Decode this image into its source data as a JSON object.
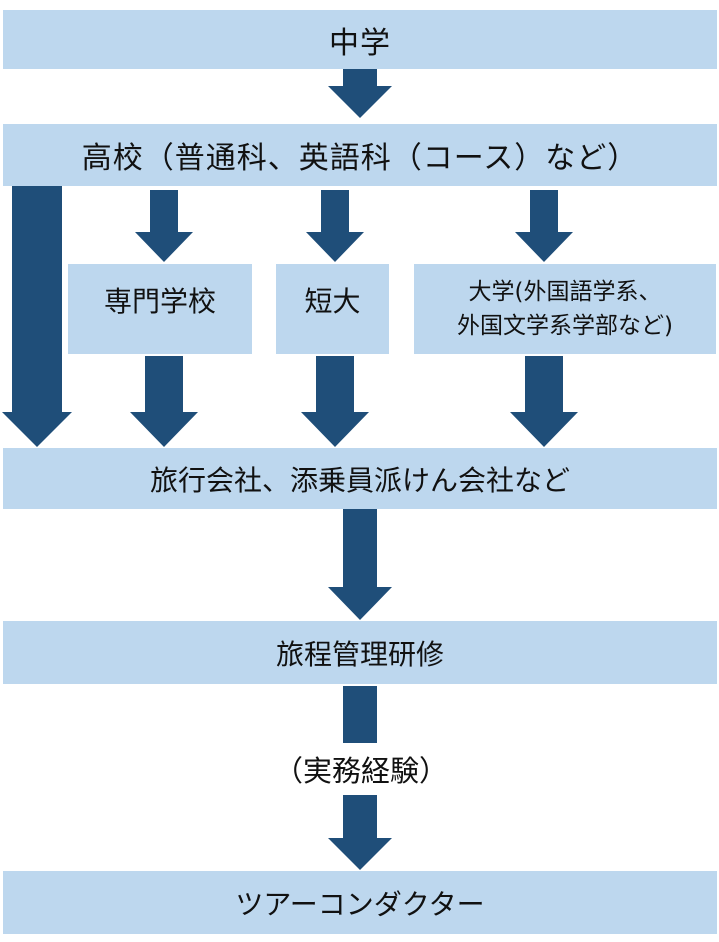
{
  "nodes": {
    "junior_high": "中学",
    "high_school": "高校（普通科、英語科（コース）など）",
    "vocational_school": "専門学校",
    "junior_college": "短大",
    "university_line1": "大学(外国語学系、",
    "university_line2": "外国文学系学部など)",
    "travel_company": "旅行会社、添乗員派けん会社など",
    "tour_training": "旅程管理研修",
    "experience": "（実務経験）",
    "tour_conductor": "ツアーコンダクター"
  },
  "colors": {
    "box_fill": "#bdd7ee",
    "arrow_fill": "#1f4e79"
  }
}
